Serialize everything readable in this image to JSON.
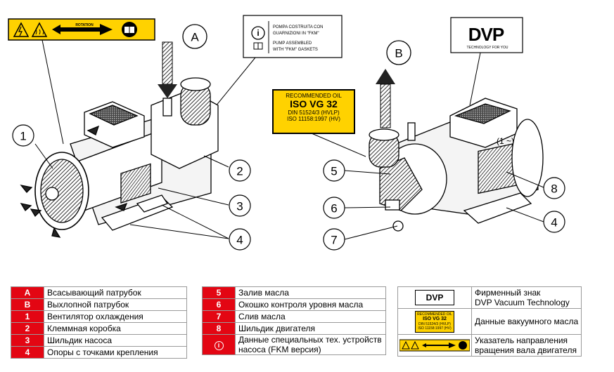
{
  "callouts": {
    "A": "A",
    "B": "B",
    "n1": "1",
    "n2": "2",
    "n3": "3",
    "n4a": "4",
    "n4b": "4",
    "n5": "5",
    "n6": "6",
    "n7": "7",
    "n8": "8"
  },
  "rotation_label": "ROTATION",
  "info_label": {
    "line1": "POMPA COSTRUITA CON",
    "line2": "GUARNIZIONI IN \"FKM\"",
    "line3": "PUMP ASSEMBLED",
    "line4": "WITH \"FKM\" GASKETS"
  },
  "oil_label": {
    "title": "RECOMMENDED OIL",
    "grade": "ISO VG 32",
    "spec1": "DIN 51524/3 (HVLP)",
    "spec2": "ISO 11158:1997 (HV)"
  },
  "brand": {
    "logo": "DVP",
    "tagline": "TECHNOLOGY FOR YOU"
  },
  "motor_phase": "(1 ~)",
  "legend_left": [
    {
      "code": "A",
      "text": "Всасывающий патрубок"
    },
    {
      "code": "B",
      "text": "Выхлопной патрубок"
    },
    {
      "code": "1",
      "text": "Вентилятор охлаждения"
    },
    {
      "code": "2",
      "text": "Клеммная коробка"
    },
    {
      "code": "3",
      "text": "Шильдик насоса"
    },
    {
      "code": "4",
      "text": "Опоры с точками крепления"
    }
  ],
  "legend_mid": [
    {
      "code": "5",
      "text": "Залив масла"
    },
    {
      "code": "6",
      "text": "Окошко контроля уровня масла"
    },
    {
      "code": "7",
      "text": "Слив масла"
    },
    {
      "code": "8",
      "text": "Шильдик двигателя"
    },
    {
      "code": "i",
      "text1": "Данные специальных тех. устройств",
      "text2": "насоса (FKM версия)"
    }
  ],
  "legend_right": {
    "brand_text1": "Фирменный знак",
    "brand_text2": "DVP Vacuum Technology",
    "oil_text": "Данные вакуумного масла",
    "rotation_text1": "Указатель направления",
    "rotation_text2": "вращения вала двигателя"
  }
}
